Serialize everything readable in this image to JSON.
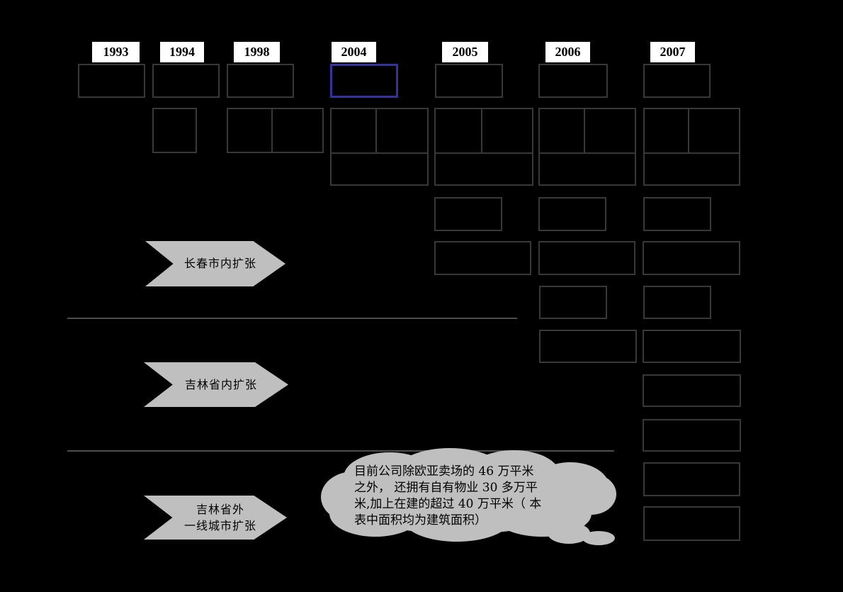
{
  "colors": {
    "background": "#000000",
    "box_border": "#383838",
    "divider": "#4d4d4d",
    "highlight_border": "#333399",
    "shape_fill": "#bfbfbf",
    "year_label_bg": "#ffffff",
    "text": "#000000"
  },
  "years": [
    {
      "label": "1993"
    },
    {
      "label": "1994"
    },
    {
      "label": "1998"
    },
    {
      "label": "2004",
      "highlighted": true
    },
    {
      "label": "2005"
    },
    {
      "label": "2006"
    },
    {
      "label": "2007"
    }
  ],
  "arrows": [
    {
      "label": "长春市内扩张"
    },
    {
      "label": "吉林省内扩张"
    },
    {
      "line1": "吉林省外",
      "line2": "一线城市扩张"
    }
  ],
  "cloud": {
    "lines": [
      "目前公司除欧亚卖场的 46 万平米",
      "之外， 还拥有自有物业 30 多万平",
      "米,加上在建的超过 40 万平米（ 本",
      "表中面积均为建筑面积）"
    ]
  }
}
